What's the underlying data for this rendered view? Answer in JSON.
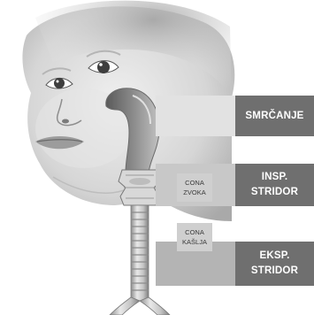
{
  "labels": {
    "snoring": "SMRČANJE",
    "insp_stridor": "INSP.\nSTRIDOR",
    "exp_stridor": "EKSP.\nSTRIDOR"
  },
  "zones": {
    "voice": "CONA\nZVOKA",
    "cough": "CONA\nKAŠLJA"
  }
}
